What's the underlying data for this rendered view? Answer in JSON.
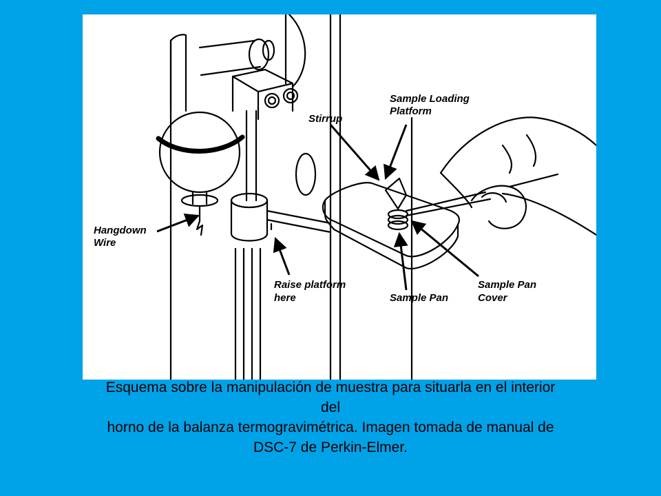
{
  "figure": {
    "labels": {
      "sample_loading_platform_1": "Sample Loading",
      "sample_loading_platform_2": "Platform",
      "stirrup": "Stirrup",
      "hangdown_wire_1": "Hangdown",
      "hangdown_wire_2": "Wire",
      "raise_platform_1": "Raise platform",
      "raise_platform_2": "here",
      "sample_pan": "Sample Pan",
      "sample_pan_cover_1": "Sample Pan",
      "sample_pan_cover_2": "Cover"
    }
  },
  "caption": {
    "line1": "Esquema sobre la manipulación de muestra para situarla en el interior",
    "line2": "del",
    "line3": "horno de la balanza termogravimétrica. Imagen tomada de manual de",
    "line4": "DSC-7 de Perkin-Elmer."
  },
  "colors": {
    "background": "#00a2e8",
    "figure_bg": "#ffffff",
    "ink": "#000000"
  }
}
